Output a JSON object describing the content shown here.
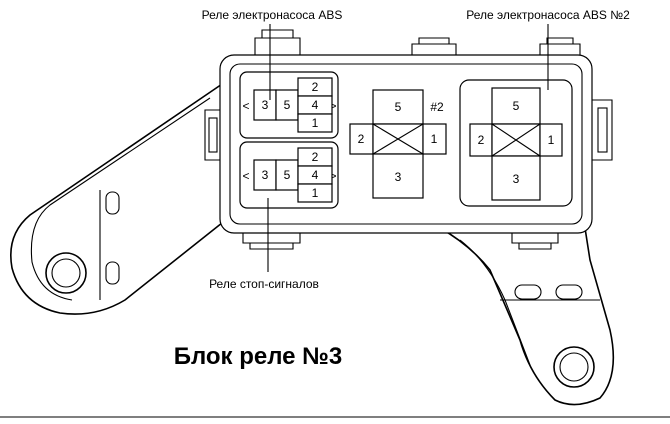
{
  "labels": {
    "abs_pump_relay": "Реле электронасоса ABS",
    "abs_pump_relay_2": "Реле электронасоса ABS №2",
    "stop_lamp_relay": "Реле стоп-сигналов"
  },
  "title": "Блок реле №3",
  "relay_top_left": {
    "p3": "3",
    "p5": "5",
    "p2": "2",
    "p4": "4",
    "p1": "1"
  },
  "relay_bottom_left": {
    "p3": "3",
    "p5": "5",
    "p2": "2",
    "p4": "4",
    "p1": "1"
  },
  "relay_middle": {
    "p5": "5",
    "tag": "#2",
    "p2": "2",
    "p1": "1",
    "p3": "3"
  },
  "relay_right": {
    "p5": "5",
    "p2": "2",
    "p1": "1",
    "p3": "3"
  }
}
